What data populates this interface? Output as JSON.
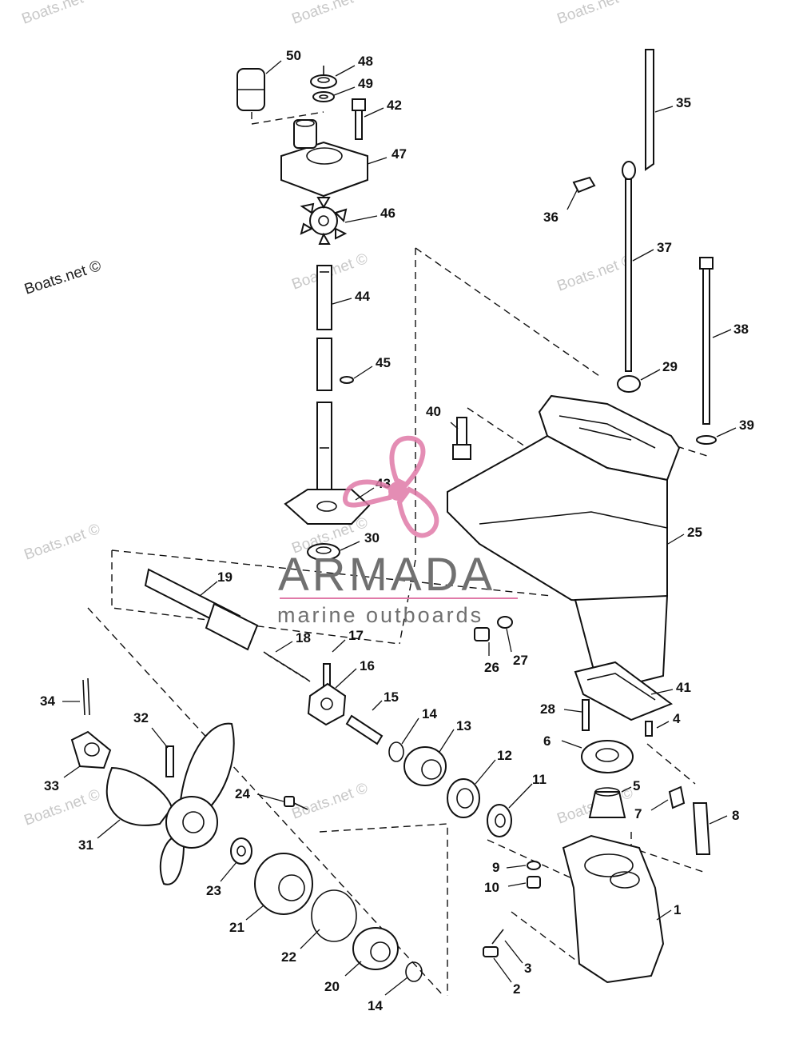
{
  "watermarks": {
    "site": "Boats.net",
    "site_copyright": "Boats.net ©"
  },
  "logo": {
    "name": "ARMADA",
    "tagline": "marine outboards",
    "accent_color": "#e07aa8",
    "text_color": "#707070"
  },
  "callouts": [
    "50",
    "48",
    "49",
    "42",
    "47",
    "46",
    "44",
    "45",
    "43",
    "30",
    "35",
    "36",
    "37",
    "38",
    "29",
    "40",
    "39",
    "25",
    "19",
    "18",
    "17",
    "16",
    "15",
    "14",
    "13",
    "12",
    "11",
    "26",
    "27",
    "41",
    "28",
    "4",
    "6",
    "5",
    "7",
    "8",
    "9",
    "10",
    "1",
    "3",
    "2",
    "34",
    "32",
    "33",
    "31",
    "24",
    "23",
    "21",
    "22",
    "20",
    "14"
  ]
}
